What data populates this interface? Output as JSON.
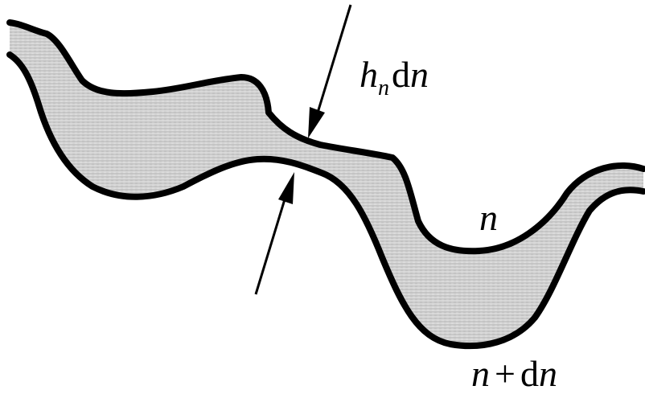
{
  "labels": {
    "width_h": "h",
    "width_sub": "n",
    "width_d": "d",
    "width_n": "n",
    "curve_inner": "n",
    "curve_outer_n": "n",
    "curve_outer_plus": "+",
    "curve_outer_d": "d",
    "curve_outer_n2": "n"
  },
  "colors": {
    "stroke": "#000000",
    "fill_light": "#d9d9d9",
    "fill_dark": "#b9b9b9"
  }
}
